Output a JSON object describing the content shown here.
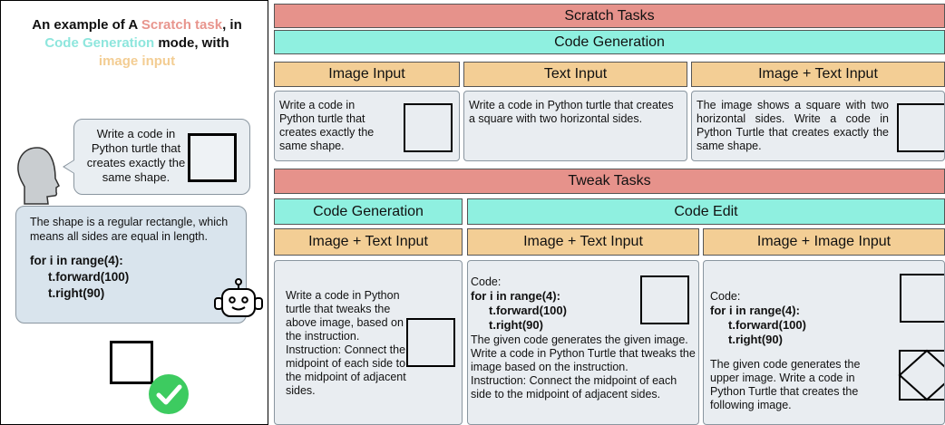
{
  "left_panel": {
    "title_prefix": "An example of A ",
    "title_scratch": "Scratch task",
    "title_mid": ", in",
    "title_codegen": "Code Generation",
    "title_mode": " mode, with",
    "title_image_input": "image input",
    "user_message": "Write a code in Python turtle that creates exactly the same shape.",
    "bot_explanation": "The shape is a regular rectangle, which means all sides are equal in length.",
    "bot_code": {
      "line1": "for i in range(4):",
      "line2": "t.forward(100)",
      "line3": "t.right(90)"
    },
    "colors": {
      "scratch": "#e8958d",
      "codegen": "#8ee6dd",
      "image_input": "#f3cd93"
    },
    "icons": [
      "person-head-icon",
      "robot-icon",
      "checkmark-icon"
    ]
  },
  "scratch": {
    "header": "Scratch Tasks",
    "mode": "Code Generation",
    "cols": [
      {
        "label": "Image Input",
        "text": "Write a code in Python turtle that creates exactly the same shape."
      },
      {
        "label": "Text Input",
        "text": "Write a code in Python turtle that creates a square with two horizontal sides."
      },
      {
        "label": "Image + Text Input",
        "text": "The image shows a square with two horizontal sides. Write a code in Python Turtle that creates exactly the same shape."
      }
    ]
  },
  "tweak": {
    "header": "Tweak Tasks",
    "mode_left": "Code Generation",
    "mode_right": "Code Edit",
    "cols": [
      {
        "label": "Image + Text Input",
        "text": "Write a code in Python turtle that tweaks the above image, based on the instruction.\nInstruction: Connect the midpoint of each side to the midpoint of adjacent sides."
      },
      {
        "label": "Image + Text Input",
        "code_label": "Code:",
        "code1": "for i in range(4):",
        "code2": "t.forward(100)",
        "code3": "t.right(90)",
        "text": "The given code generates the given image. Write a code in Python Turtle that tweaks the image based on the instruction.\nInstruction: Connect the midpoint of each side to the midpoint of adjacent sides."
      },
      {
        "label": "Image + Image Input",
        "code_label": "Code:",
        "code1": "for i in range(4):",
        "code2": "t.forward(100)",
        "code3": "t.right(90)",
        "text": "The given code generates the upper image. Write a code in Python Turtle that creates the following image."
      }
    ]
  },
  "colors": {
    "band_red": "#e6928b",
    "band_teal": "#8ff0e0",
    "band_orange": "#f3ce95",
    "cell_bg": "#e9edf1"
  }
}
